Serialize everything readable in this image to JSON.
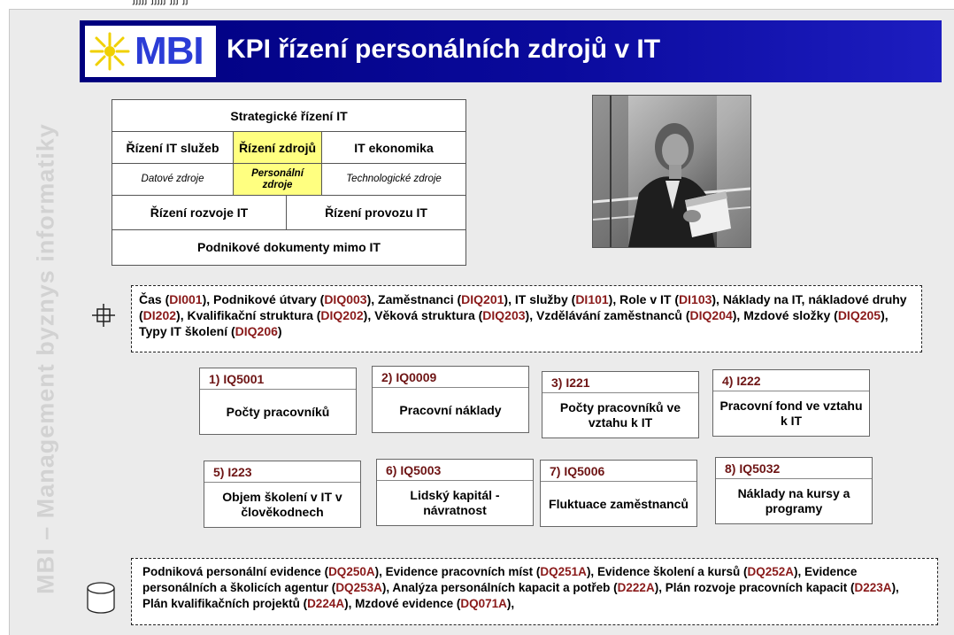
{
  "header": {
    "logo_text": "MBI",
    "title": "KPI řízení personálních zdrojů v IT"
  },
  "side_label": "MBI – Management byznys informatiky",
  "matrix": {
    "strategic": "Strategické řízení IT",
    "services": "Řízení IT služeb",
    "resources": "Řízení zdrojů",
    "economics": "IT ekonomika",
    "data_resources": "Datové zdroje",
    "personnel_resources": "Personální zdroje",
    "technology_resources": "Technologické zdroje",
    "development": "Řízení rozvoje IT",
    "operations": "Řízení provozu IT",
    "documents": "Podnikové dokumenty mimo IT"
  },
  "entities": [
    {
      "label": "Čas (",
      "code": "DI001",
      "tail": "), "
    },
    {
      "label": "Podnikové útvary (",
      "code": "DIQ003",
      "tail": "), "
    },
    {
      "label": "Zaměstnanci  (",
      "code": "DIQ201",
      "tail": "), "
    },
    {
      "label": "IT služby (",
      "code": "DI101",
      "tail": "), "
    },
    {
      "label": "Role v IT (",
      "code": "DI103",
      "tail": "), "
    },
    {
      "label": "Náklady na IT, nákladové druhy (",
      "code": "DI202",
      "tail": "), "
    },
    {
      "label": "Kvalifikační struktura (",
      "code": "DIQ202",
      "tail": "), "
    },
    {
      "label": "Věková struktura (",
      "code": "DIQ203",
      "tail": "), "
    },
    {
      "label": "Vzdělávání zaměstnanců (",
      "code": "DIQ204",
      "tail": "), "
    },
    {
      "label": "Mzdové složky (",
      "code": "DIQ205",
      "tail": "), "
    },
    {
      "label": "Typy IT školení (",
      "code": "DIQ206",
      "tail": ")"
    }
  ],
  "kpis": [
    {
      "id": "1) IQ5001",
      "name": "Počty pracovníků"
    },
    {
      "id": "2) IQ0009",
      "name": "Pracovní náklady"
    },
    {
      "id": "3) I221",
      "name": "Počty pracovníků ve vztahu k IT"
    },
    {
      "id": "4) I222",
      "name": "Pracovní fond ve vztahu k IT"
    },
    {
      "id": "5) I223",
      "name": "Objem školení v IT v člověkodnech"
    },
    {
      "id": "6) IQ5003",
      "name": "Lidský kapitál - návratnost"
    },
    {
      "id": "7) IQ5006",
      "name": "Fluktuace zaměstnanců"
    },
    {
      "id": "8) IQ5032",
      "name": "Náklady na kursy a programy"
    }
  ],
  "sources": [
    {
      "label": "Podniková personální evidence (",
      "code": "DQ250A",
      "tail": "), "
    },
    {
      "label": "Evidence pracovních míst (",
      "code": "DQ251A",
      "tail": "),  "
    },
    {
      "label": "Evidence školení a kursů (",
      "code": "DQ252A",
      "tail": "),  "
    },
    {
      "label": "Evidence personálních a školicích agentur (",
      "code": "DQ253A",
      "tail": "),  "
    },
    {
      "label": "Analýza  personálních kapacit a potřeb (",
      "code": "D222A",
      "tail": "), "
    },
    {
      "label": "Plán rozvoje pracovních kapacit (",
      "code": "D223A",
      "tail": "),  "
    },
    {
      "label": "Plán kvalifikačních projektů (",
      "code": "D224A",
      "tail": "),  "
    },
    {
      "label": "Mzdové evidence (",
      "code": "DQ071A",
      "tail": "),"
    }
  ],
  "colors": {
    "header_bg": "#00007e",
    "highlight": "#ffff80",
    "code": "#8a1a1a",
    "logo_sun": "#f0d000"
  },
  "icons": [
    "sun-logo-icon",
    "crosshair-icon",
    "database-icon"
  ]
}
